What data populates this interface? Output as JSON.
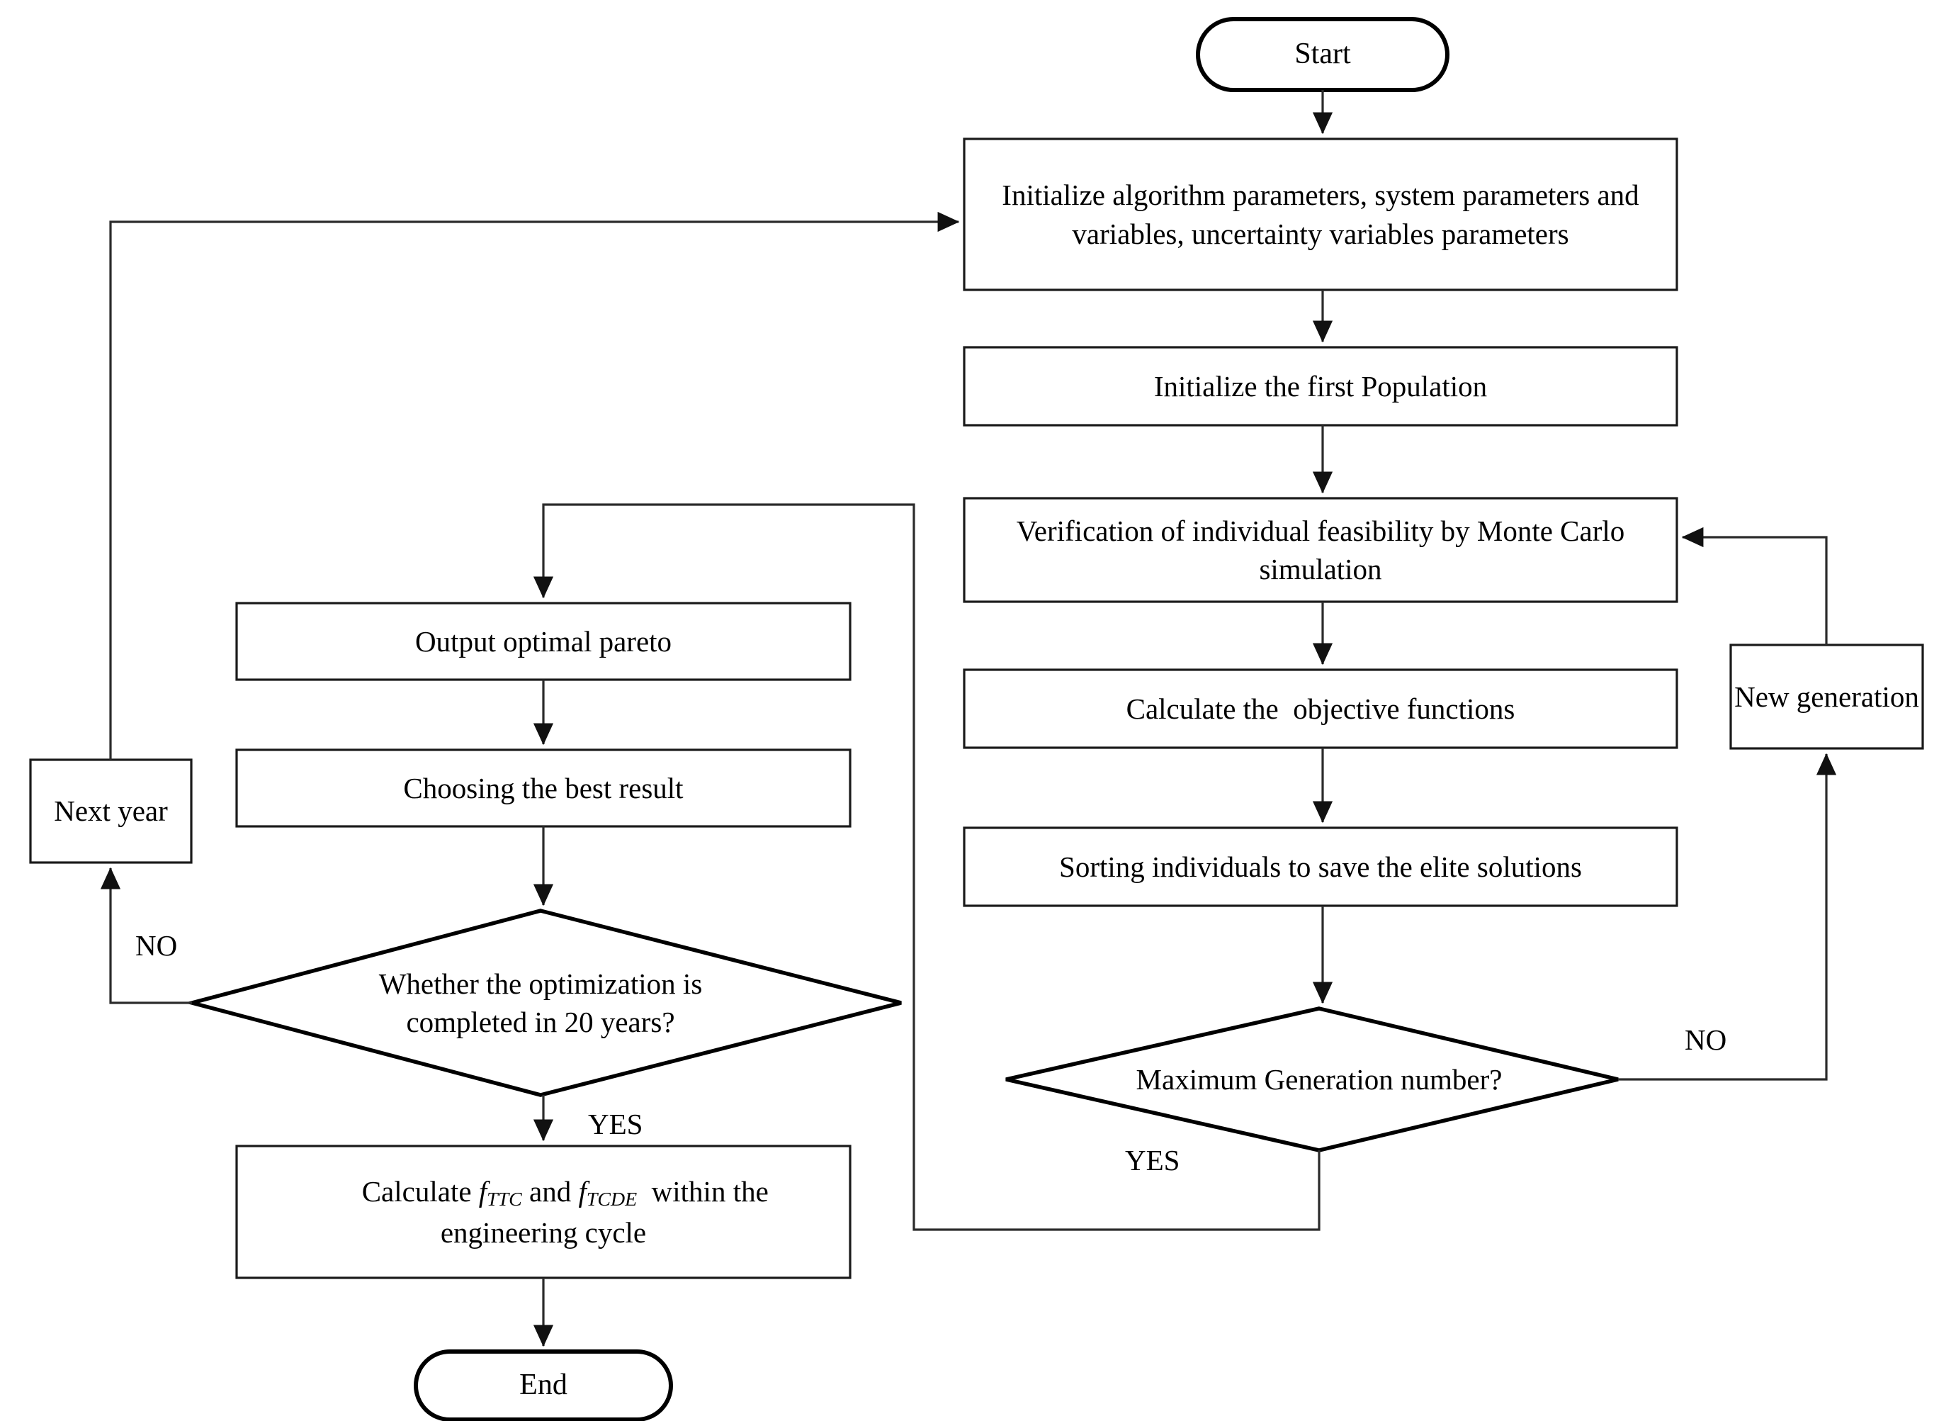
{
  "diagram": {
    "title": "Optimization algorithm flowchart",
    "colors": {
      "stroke": "#1a1a1a",
      "decision_stroke": "#000000",
      "connector": "#2b2b2b",
      "background": "#ffffff",
      "text": "#000000"
    },
    "nodes": {
      "start": {
        "label": "Start",
        "type": "terminator"
      },
      "initialize_params": {
        "label": "Initialize algorithm parameters, system parameters and variables, uncertainty variables parameters",
        "type": "process"
      },
      "initialize_population": {
        "label": "Initialize the first Population",
        "type": "process"
      },
      "verification": {
        "label": "Verification of individual feasibility by Monte Carlo simulation",
        "type": "process"
      },
      "calculate_objectives": {
        "label": "Calculate the  objective functions",
        "type": "process"
      },
      "sorting": {
        "label": "Sorting individuals to save the elite solutions",
        "type": "process"
      },
      "max_generation": {
        "label": "Maximum Generation number?",
        "type": "decision"
      },
      "new_generation": {
        "label": "New generation",
        "type": "process"
      },
      "output_pareto": {
        "label": "Output optimal pareto",
        "type": "process"
      },
      "choosing_best": {
        "label": "Choosing the best result",
        "type": "process"
      },
      "optimization_20_years": {
        "label": "Whether the optimization is completed in 20 years?",
        "type": "decision"
      },
      "next_year": {
        "label": "Next year",
        "type": "process"
      },
      "calculate_costs": {
        "label": "Calculate fTTC and fTCDE  within the engineering cycle",
        "formula_parts": {
          "prefix": "Calculate ",
          "symbol1": "f",
          "subscript1": "TTC",
          "middle": " and ",
          "symbol2": "f",
          "subscript2": "TCDE",
          "suffix": "  within the engineering cycle"
        },
        "type": "process"
      },
      "end": {
        "label": "End",
        "type": "terminator"
      }
    },
    "edge_labels": {
      "max_generation_no": "NO",
      "max_generation_yes": "YES",
      "optimization_no": "NO",
      "optimization_yes": "YES"
    }
  }
}
